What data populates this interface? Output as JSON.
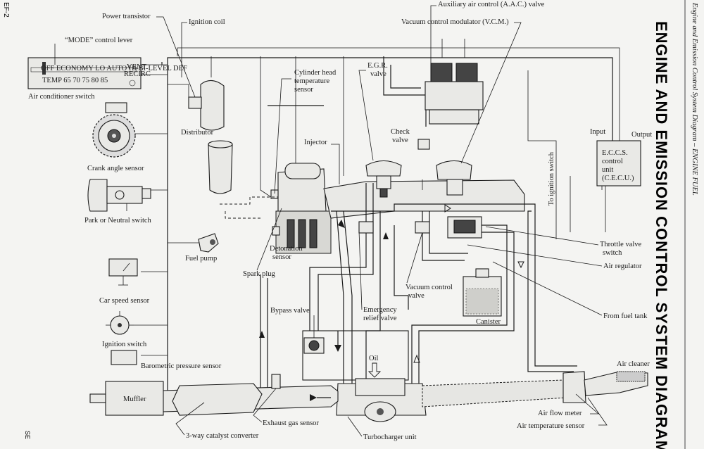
{
  "page": {
    "number": "EF-2",
    "side_caption": "Engine and Emission Control System Diagram – ENGINE FUEL",
    "title": "ENGINE AND EMISSION CONTROL SYSTEM DIAGRAM",
    "section": "ENGINE FUEL",
    "footer_mark": "SE"
  },
  "labels": {
    "power_transistor": "Power transistor",
    "ignition_coil": "Ignition coil",
    "mode_lever": "“MODE” control lever",
    "ac_switch": "Air conditioner switch",
    "distributor": "Distributor",
    "crank_angle": "Crank angle sensor",
    "park_neutral": "Park or Neutral switch",
    "fuel_pump": "Fuel pump",
    "car_speed": "Car speed sensor",
    "ignition_switch": "Ignition switch",
    "barometric": "Barometric pressure sensor",
    "muffler": "Muffler",
    "catalyst": "3-way catalyst converter",
    "exhaust_gas": "Exhaust gas sensor",
    "turbocharger": "Turbocharger unit",
    "oil": "Oil",
    "bypass": "Bypass valve",
    "emergency_1": "Emergency",
    "emergency_2": "relief valve",
    "vcv_1": "Vacuum control",
    "vcv_2": "valve",
    "spark_plug": "Spark plug",
    "detonation_1": "Detonation",
    "detonation_2": "sensor",
    "cyl_head_1": "Cylinder head",
    "cyl_head_2": "temperature",
    "cyl_head_3": "sensor",
    "injector": "Injector",
    "egr_1": "E.G.R.",
    "egr_2": "valve",
    "check_1": "Check",
    "check_2": "valve",
    "aac": "Auxiliary air control (A.A.C.) valve",
    "vcm": "Vacuum control modulator (V.C.M.)",
    "input": "Input",
    "output": "Output",
    "eccs_1": "E.C.C.S.",
    "eccs_2": "control",
    "eccs_3": "unit",
    "eccs_4": "(C.E.C.U.)",
    "to_ign": "To ignition switch",
    "throttle_1": "Throttle valve",
    "throttle_2": "switch",
    "air_regulator": "Air regulator",
    "canister": "Canister",
    "fuel_tank": "From fuel tank",
    "air_cleaner": "Air cleaner",
    "air_flow": "Air flow meter",
    "air_temp": "Air temperature sensor"
  },
  "panel": {
    "modes": "OFF ECONOMY LO AUTO HI BI-LEVEL DEF",
    "temps": "TEMP 65 70 75 80 85",
    "right": "VENT",
    "right2": "RECIRC"
  }
}
